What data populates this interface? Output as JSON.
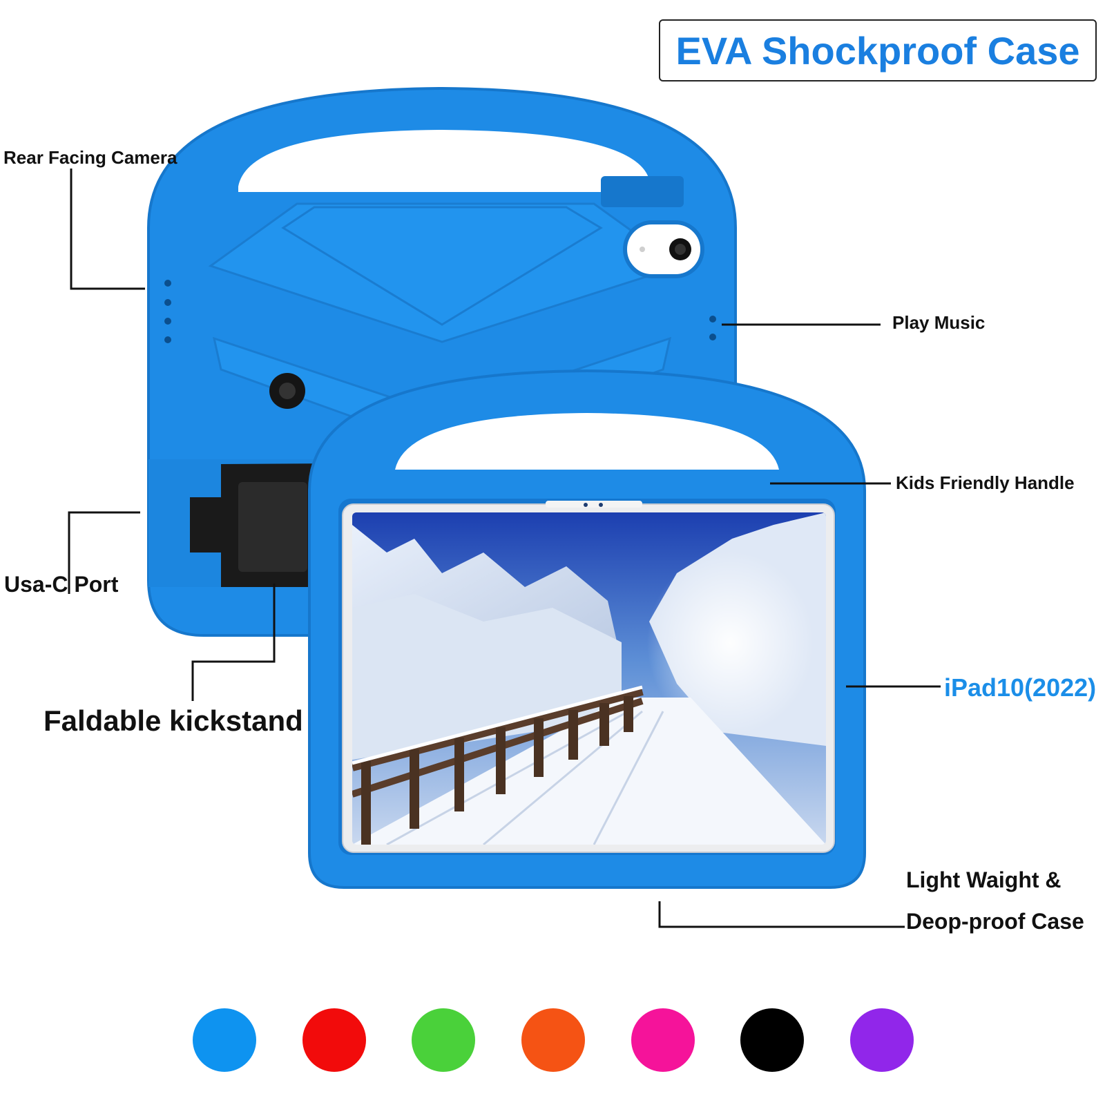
{
  "title": "EVA Shockproof Case",
  "callouts": {
    "rear_camera": "Rear Facing Camera",
    "play_music": "Play Music",
    "kids_handle": "Kids Friendly Handle",
    "usb_port": "Usa-C Port",
    "kickstand": "Faldable kickstand",
    "model": "iPad10(2022)",
    "light_weight_line1": "Light Waight &",
    "light_weight_line2": "Deop-proof Case"
  },
  "colors": {
    "case_blue": "#1e8be6",
    "title_blue": "#1a7fe0",
    "model_blue": "#1b8ee8"
  },
  "color_options": [
    {
      "name": "blue",
      "hex": "#0e93f0"
    },
    {
      "name": "red",
      "hex": "#f20b0b"
    },
    {
      "name": "green",
      "hex": "#4ad13a"
    },
    {
      "name": "orange",
      "hex": "#f55314"
    },
    {
      "name": "pink",
      "hex": "#f5139a"
    },
    {
      "name": "black",
      "hex": "#000000"
    },
    {
      "name": "purple",
      "hex": "#9126ea"
    }
  ]
}
